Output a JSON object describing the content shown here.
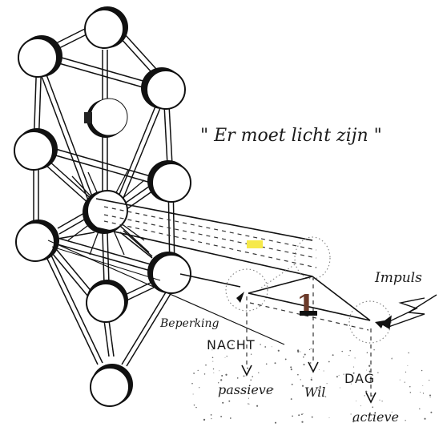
{
  "quote": "\" Er moet licht zijn \"",
  "labels": {
    "impuls": "Impuls",
    "beperking": "Beperking",
    "nacht": "NACHT",
    "dag": "DAG",
    "passieve": "passieve",
    "wil": "Wil",
    "actieve": "actieve",
    "numeral": "1"
  },
  "colors": {
    "ink": "#111111",
    "highlight": "#f6e94a",
    "numeral": "#6b3a2a"
  }
}
